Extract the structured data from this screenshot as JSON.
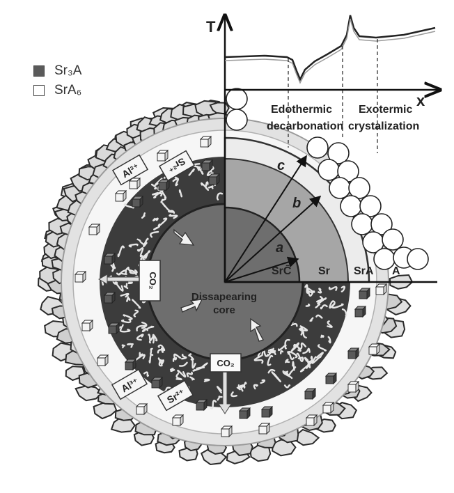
{
  "axis": {
    "y_label": "T",
    "x_label": "x"
  },
  "legend": {
    "items": [
      {
        "label": "Sr₃A",
        "color": "#5a5a5a"
      },
      {
        "label": "SrA₆",
        "color": "#ffffff"
      }
    ]
  },
  "annotations": {
    "endo_line1": "Edothermic",
    "endo_line2": "decarbonation",
    "exo_line1": "Exotermic",
    "exo_line2": "crystalization"
  },
  "radii": {
    "a": "a",
    "b": "b",
    "c": "c"
  },
  "zones": {
    "src": "SrC̄",
    "sr": "Sr",
    "sra": "SrA",
    "a": "A"
  },
  "core": {
    "line1": "Dissapearing",
    "line2": "core"
  },
  "ions": {
    "al": "Al³⁺",
    "sr": "Sr²⁺",
    "co2": "CO₂"
  },
  "colors": {
    "core": "#6e6e6e",
    "sr_zone": "#a6a6a6",
    "sra_zone": "#d2d2d2",
    "pebble": "#d8d8d8",
    "dark_cube": "#595959"
  }
}
